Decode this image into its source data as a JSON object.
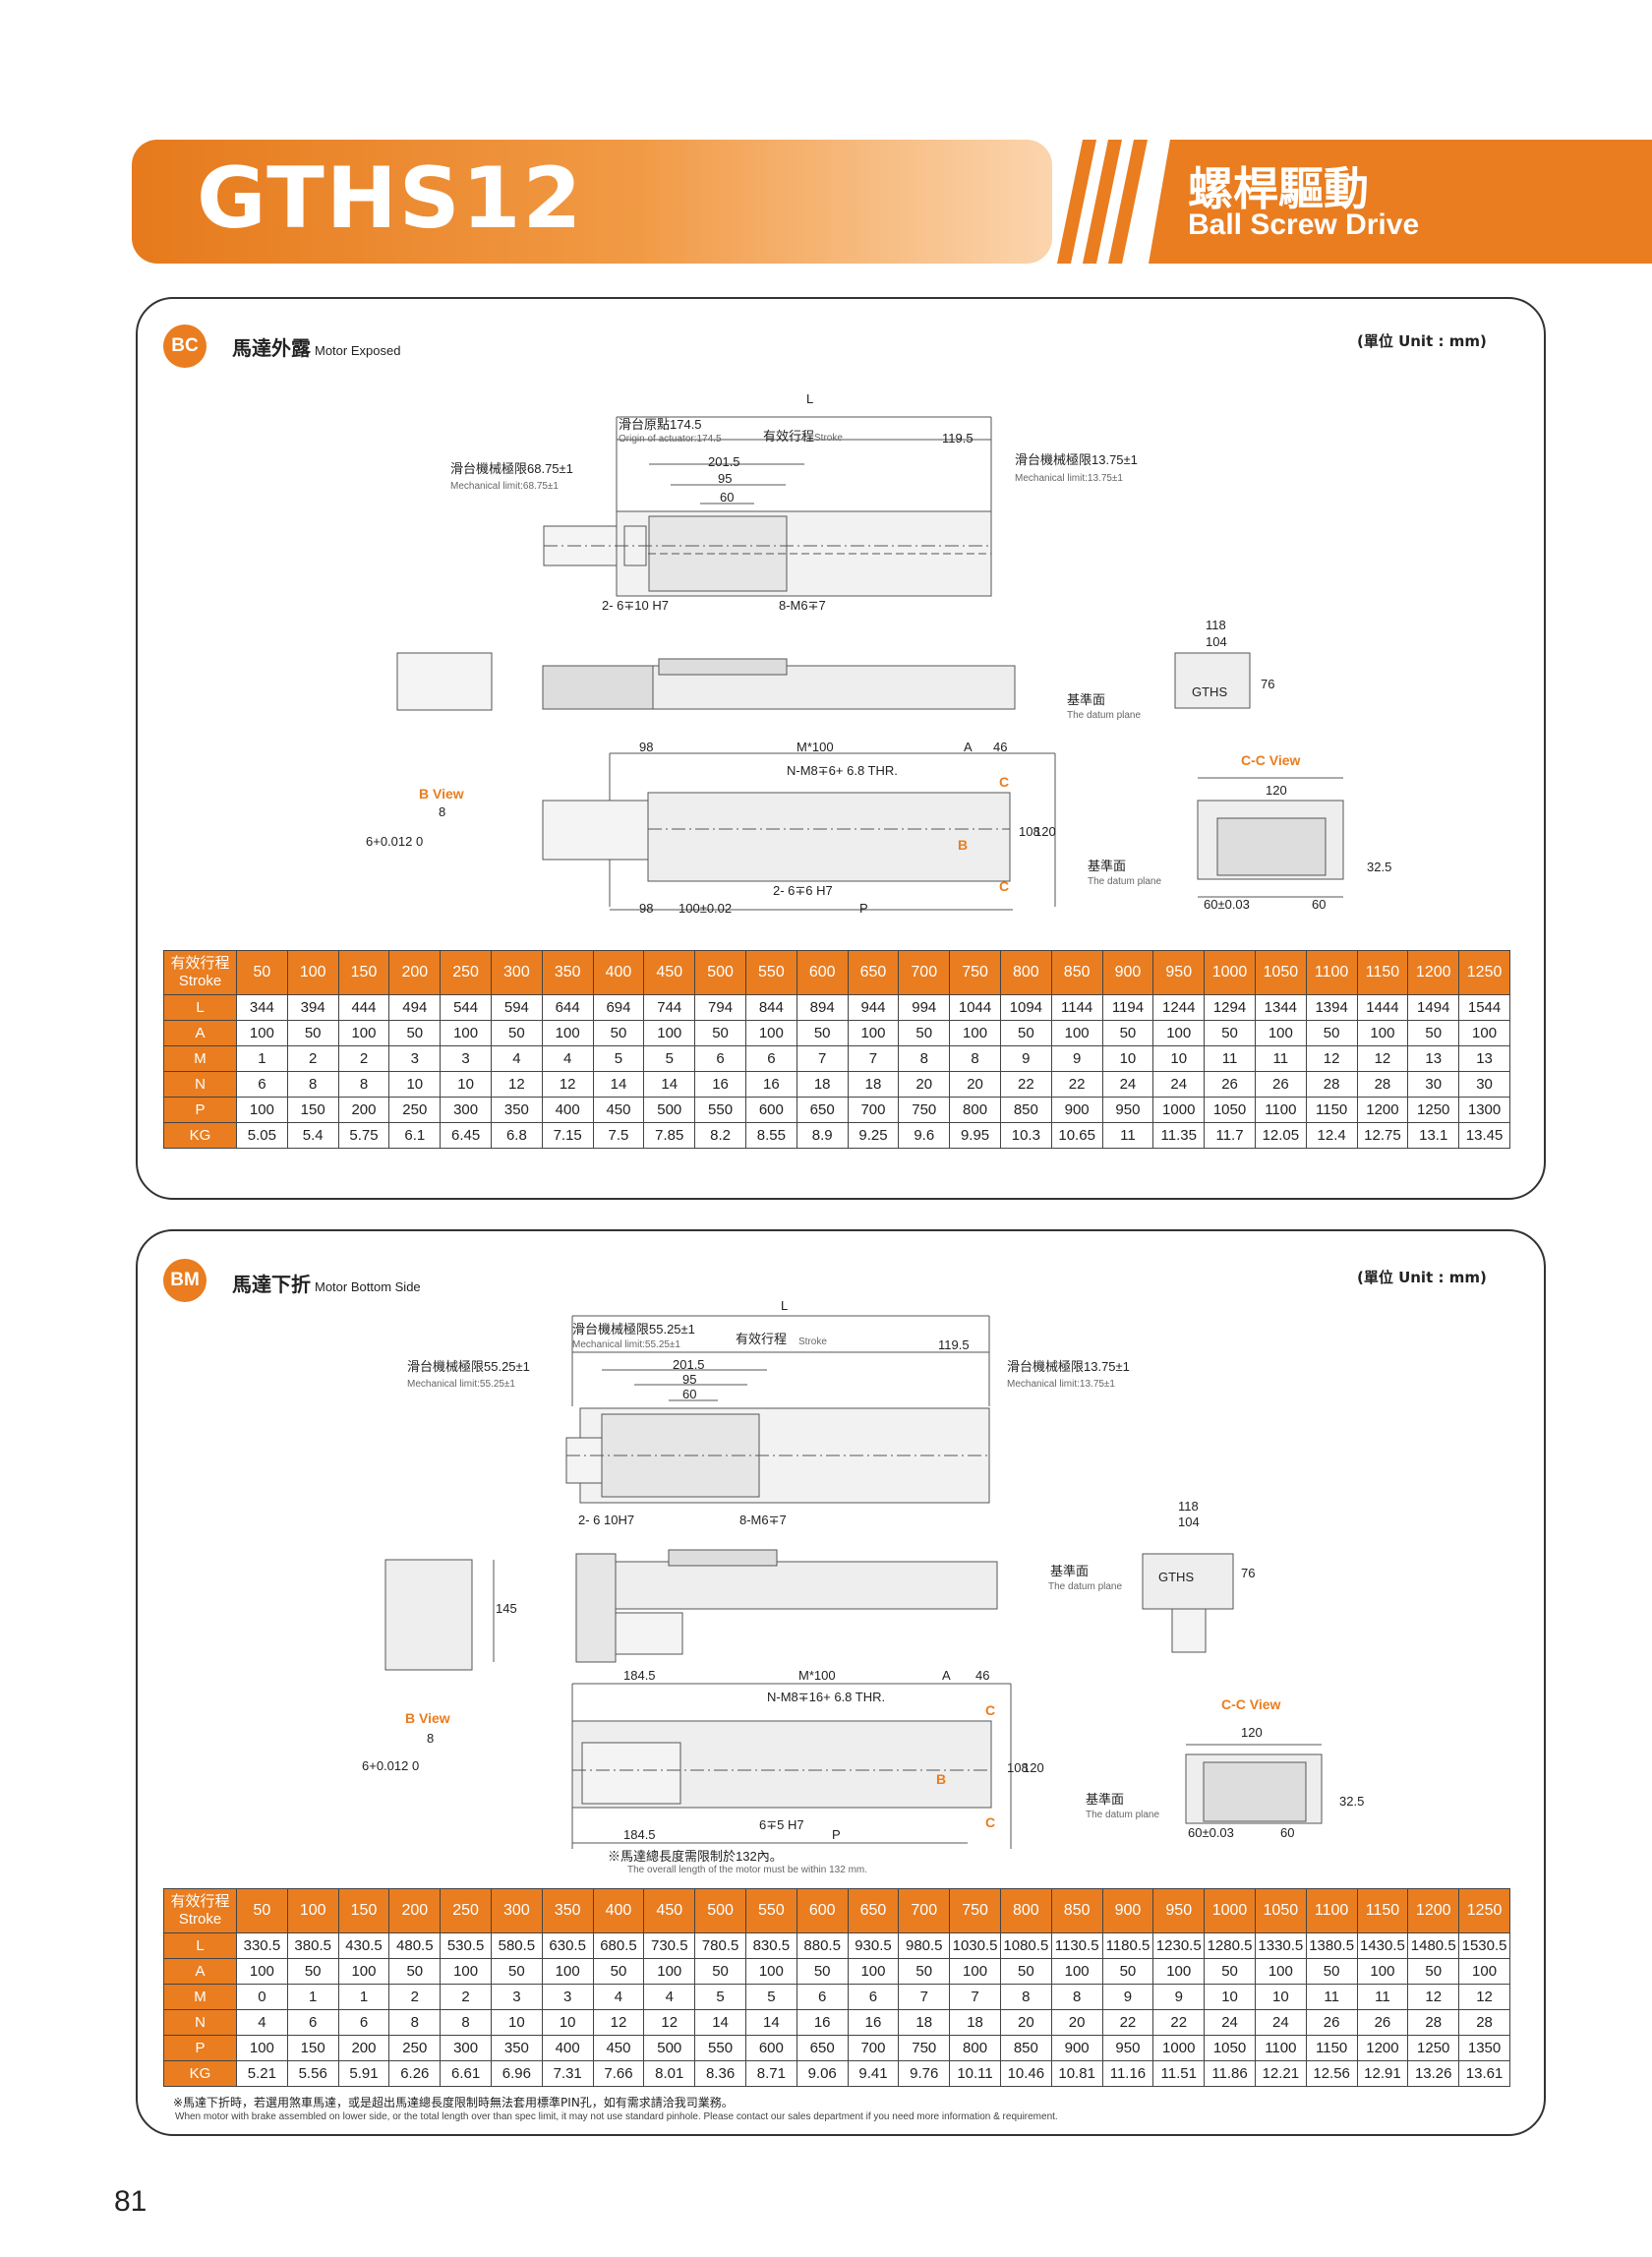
{
  "header": {
    "title": "GTHS12",
    "right_cn": "螺桿驅動",
    "right_en": "Ball Screw Drive"
  },
  "colors": {
    "accent": "#e97d20"
  },
  "page_number": "81",
  "unit_label": "(單位 Unit : mm)",
  "bc": {
    "badge": "BC",
    "title_cn": "馬達外露",
    "title_en": "Motor Exposed",
    "labels": {
      "L": "L",
      "origin_cn": "滑台原點174.5",
      "origin_en": "Origin of actuator:174.5",
      "stroke_cn": "有效行程",
      "stroke_en": "Stroke",
      "d1195": "119.5",
      "d2015": "201.5",
      "d95": "95",
      "d60": "60",
      "mechL_cn": "滑台機械極限68.75±1",
      "mechL_en": "Mechanical limit:68.75±1",
      "mechR_cn": "滑台機械極限13.75±1",
      "mechR_en": "Mechanical limit:13.75±1",
      "pin": "2- 6∓10 H7",
      "tap": "8-M6∓7",
      "d118": "118",
      "d104": "104",
      "d76": "76",
      "gths": "GTHS",
      "datum_cn": "基準面",
      "datum_en": "The datum plane",
      "d98": "98",
      "m100": "M*100",
      "A": "A",
      "d46": "46",
      "nm8": "N-M8∓6+ 6.8 THR.",
      "bview": "B View",
      "b8": "8",
      "tol": "6+0.012 0",
      "C": "C",
      "B": "B",
      "d108": "108",
      "d120": "120",
      "ccview": "C-C View",
      "cc120": "120",
      "cc325": "32.5",
      "cc60a": "60±0.03",
      "cc60b": "60",
      "b98": "98",
      "b100": "100±0.02",
      "b6h7": "2- 6∓6 H7",
      "P": "P"
    }
  },
  "bm": {
    "badge": "BM",
    "title_cn": "馬達下折",
    "title_en": "Motor Bottom Side",
    "labels": {
      "L": "L",
      "mechT_cn": "滑台機械極限55.25±1",
      "mechT_en": "Mechanical limit:55.25±1",
      "stroke_cn": "有效行程",
      "stroke_en": "Stroke",
      "d1195": "119.5",
      "d2015": "201.5",
      "d95": "95",
      "d60": "60",
      "mechL_cn": "滑台機械極限55.25±1",
      "mechL_en": "Mechanical limit:55.25±1",
      "mechR_cn": "滑台機械極限13.75±1",
      "mechR_en": "Mechanical limit:13.75±1",
      "pin": "2- 6 10H7",
      "tap": "8-M6∓7",
      "d118": "118",
      "d104": "104",
      "d76": "76",
      "d145": "145",
      "gths": "GTHS",
      "datum_cn": "基準面",
      "datum_en": "The datum plane",
      "d1845": "184.5",
      "m100": "M*100",
      "A": "A",
      "d46": "46",
      "nm8": "N-M8∓16+ 6.8 THR.",
      "bview": "B View",
      "b8": "8",
      "tol": "6+0.012 0",
      "C": "C",
      "B": "B",
      "d108": "108",
      "d120": "120",
      "ccview": "C-C View",
      "cc120": "120",
      "cc325": "32.5",
      "cc60a": "60±0.03",
      "cc60b": "60",
      "b1845": "184.5",
      "b6h7": "6∓5 H7",
      "P": "P",
      "motor_note_cn": "※馬達總長度需限制於132內。",
      "motor_note_en": "The overall length of the motor must be within 132 mm."
    }
  },
  "tables": {
    "bc": {
      "header_cn": "有效行程",
      "header_en": "Stroke",
      "strokes": [
        "50",
        "100",
        "150",
        "200",
        "250",
        "300",
        "350",
        "400",
        "450",
        "500",
        "550",
        "600",
        "650",
        "700",
        "750",
        "800",
        "850",
        "900",
        "950",
        "1000",
        "1050",
        "1100",
        "1150",
        "1200",
        "1250"
      ],
      "rows": [
        {
          "label": "L",
          "values": [
            "344",
            "394",
            "444",
            "494",
            "544",
            "594",
            "644",
            "694",
            "744",
            "794",
            "844",
            "894",
            "944",
            "994",
            "1044",
            "1094",
            "1144",
            "1194",
            "1244",
            "1294",
            "1344",
            "1394",
            "1444",
            "1494",
            "1544"
          ]
        },
        {
          "label": "A",
          "values": [
            "100",
            "50",
            "100",
            "50",
            "100",
            "50",
            "100",
            "50",
            "100",
            "50",
            "100",
            "50",
            "100",
            "50",
            "100",
            "50",
            "100",
            "50",
            "100",
            "50",
            "100",
            "50",
            "100",
            "50",
            "100"
          ]
        },
        {
          "label": "M",
          "values": [
            "1",
            "2",
            "2",
            "3",
            "3",
            "4",
            "4",
            "5",
            "5",
            "6",
            "6",
            "7",
            "7",
            "8",
            "8",
            "9",
            "9",
            "10",
            "10",
            "11",
            "11",
            "12",
            "12",
            "13",
            "13"
          ]
        },
        {
          "label": "N",
          "values": [
            "6",
            "8",
            "8",
            "10",
            "10",
            "12",
            "12",
            "14",
            "14",
            "16",
            "16",
            "18",
            "18",
            "20",
            "20",
            "22",
            "22",
            "24",
            "24",
            "26",
            "26",
            "28",
            "28",
            "30",
            "30"
          ]
        },
        {
          "label": "P",
          "values": [
            "100",
            "150",
            "200",
            "250",
            "300",
            "350",
            "400",
            "450",
            "500",
            "550",
            "600",
            "650",
            "700",
            "750",
            "800",
            "850",
            "900",
            "950",
            "1000",
            "1050",
            "1100",
            "1150",
            "1200",
            "1250",
            "1300"
          ]
        },
        {
          "label": "KG",
          "values": [
            "5.05",
            "5.4",
            "5.75",
            "6.1",
            "6.45",
            "6.8",
            "7.15",
            "7.5",
            "7.85",
            "8.2",
            "8.55",
            "8.9",
            "9.25",
            "9.6",
            "9.95",
            "10.3",
            "10.65",
            "11",
            "11.35",
            "11.7",
            "12.05",
            "12.4",
            "12.75",
            "13.1",
            "13.45"
          ]
        }
      ]
    },
    "bm": {
      "header_cn": "有效行程",
      "header_en": "Stroke",
      "strokes": [
        "50",
        "100",
        "150",
        "200",
        "250",
        "300",
        "350",
        "400",
        "450",
        "500",
        "550",
        "600",
        "650",
        "700",
        "750",
        "800",
        "850",
        "900",
        "950",
        "1000",
        "1050",
        "1100",
        "1150",
        "1200",
        "1250"
      ],
      "rows": [
        {
          "label": "L",
          "values": [
            "330.5",
            "380.5",
            "430.5",
            "480.5",
            "530.5",
            "580.5",
            "630.5",
            "680.5",
            "730.5",
            "780.5",
            "830.5",
            "880.5",
            "930.5",
            "980.5",
            "1030.5",
            "1080.5",
            "1130.5",
            "1180.5",
            "1230.5",
            "1280.5",
            "1330.5",
            "1380.5",
            "1430.5",
            "1480.5",
            "1530.5"
          ]
        },
        {
          "label": "A",
          "values": [
            "100",
            "50",
            "100",
            "50",
            "100",
            "50",
            "100",
            "50",
            "100",
            "50",
            "100",
            "50",
            "100",
            "50",
            "100",
            "50",
            "100",
            "50",
            "100",
            "50",
            "100",
            "50",
            "100",
            "50",
            "100"
          ]
        },
        {
          "label": "M",
          "values": [
            "0",
            "1",
            "1",
            "2",
            "2",
            "3",
            "3",
            "4",
            "4",
            "5",
            "5",
            "6",
            "6",
            "7",
            "7",
            "8",
            "8",
            "9",
            "9",
            "10",
            "10",
            "11",
            "11",
            "12",
            "12"
          ]
        },
        {
          "label": "N",
          "values": [
            "4",
            "6",
            "6",
            "8",
            "8",
            "10",
            "10",
            "12",
            "12",
            "14",
            "14",
            "16",
            "16",
            "18",
            "18",
            "20",
            "20",
            "22",
            "22",
            "24",
            "24",
            "26",
            "26",
            "28",
            "28"
          ]
        },
        {
          "label": "P",
          "values": [
            "100",
            "150",
            "200",
            "250",
            "300",
            "350",
            "400",
            "450",
            "500",
            "550",
            "600",
            "650",
            "700",
            "750",
            "800",
            "850",
            "900",
            "950",
            "1000",
            "1050",
            "1100",
            "1150",
            "1200",
            "1250",
            "1350"
          ]
        },
        {
          "label": "KG",
          "values": [
            "5.21",
            "5.56",
            "5.91",
            "6.26",
            "6.61",
            "6.96",
            "7.31",
            "7.66",
            "8.01",
            "8.36",
            "8.71",
            "9.06",
            "9.41",
            "9.76",
            "10.11",
            "10.46",
            "10.81",
            "11.16",
            "11.51",
            "11.86",
            "12.21",
            "12.56",
            "12.91",
            "13.26",
            "13.61"
          ]
        }
      ]
    }
  },
  "footnote": {
    "cn": "※馬達下折時，若選用煞車馬達，或是超出馬達總長度限制時無法套用標準PIN孔，如有需求請洽我司業務。",
    "en": "When motor with brake assembled on lower side, or the total length over than spec limit, it may not use standard pinhole. Please contact our sales department if you need more information & requirement."
  }
}
